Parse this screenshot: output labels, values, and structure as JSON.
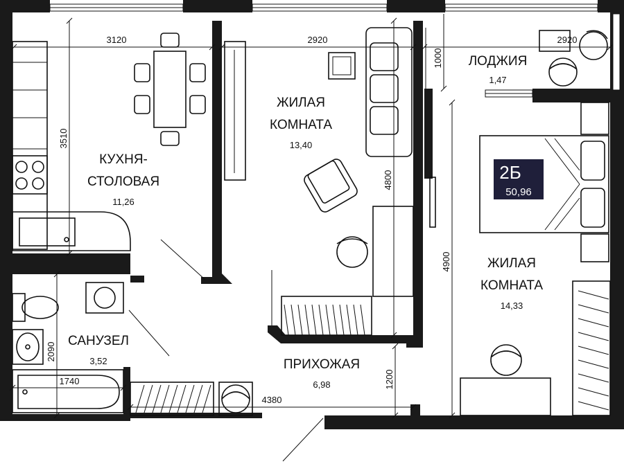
{
  "rooms": {
    "kitchen": {
      "name_line1": "КУХНЯ-",
      "name_line2": "СТОЛОВАЯ",
      "area": "11,26"
    },
    "living1": {
      "name_line1": "ЖИЛАЯ",
      "name_line2": "КОМНАТА",
      "area": "13,40"
    },
    "loggia": {
      "name": "ЛОДЖИЯ",
      "area": "1,47"
    },
    "living2": {
      "name_line1": "ЖИЛАЯ",
      "name_line2": "КОМНАТА",
      "area": "14,33"
    },
    "bathroom": {
      "name": "САНУЗЕЛ",
      "area": "3,52"
    },
    "hallway": {
      "name": "ПРИХОЖАЯ",
      "area": "6,98"
    }
  },
  "badge": {
    "code": "2Б",
    "total_area": "50,96"
  },
  "dimensions": {
    "kitchen_width": "3120",
    "living1_width": "2920",
    "loggia_width": "2920",
    "loggia_depth": "1000",
    "kitchen_depth": "3510",
    "living1_depth": "4800",
    "living2_depth": "4900",
    "hallway_depth": "1200",
    "bathroom_depth": "2090",
    "bath_length": "1740",
    "hallway_length": "4380"
  }
}
